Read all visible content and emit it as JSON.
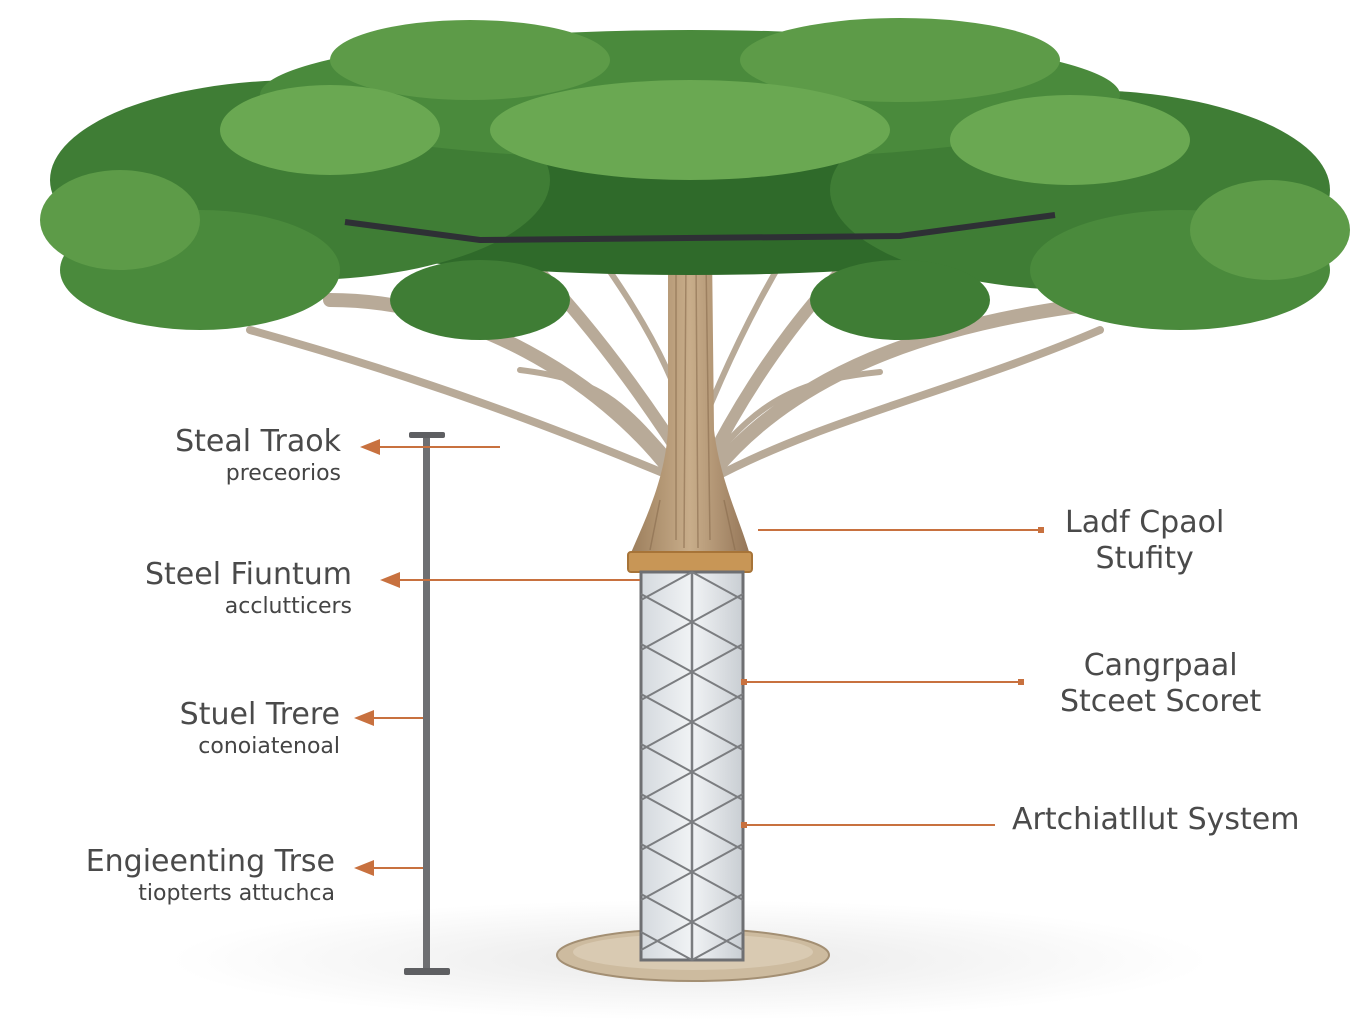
{
  "colors": {
    "leaf_dark": "#2f6a2a",
    "leaf_mid": "#4a8a3c",
    "leaf_light": "#6aa852",
    "trunk": "#b59a7a",
    "branch": "#b8aa98",
    "steel": "#6e6f72",
    "lattice_fill": "#e4e8ec",
    "collar": "#c89656",
    "arrow": "#c8713f",
    "gravel": "#c9b79b",
    "text": "#4a4a4a"
  },
  "labels_left": [
    {
      "title": "Steal Traok",
      "sub": "preceorios"
    },
    {
      "title": "Steel Fiuntum",
      "sub": "acclutticers"
    },
    {
      "title": "Stuel Trere",
      "sub": "conoiatenoal"
    },
    {
      "title": "Engieenting Trse",
      "sub": "tiopterts attuchca"
    }
  ],
  "labels_right": [
    {
      "title": "Ladf Cpaol",
      "sub": "Stufity"
    },
    {
      "title": "Cangrpaal",
      "sub": "Stceet Scoret"
    },
    {
      "title": "Artchiatllut System",
      "sub": ""
    }
  ]
}
